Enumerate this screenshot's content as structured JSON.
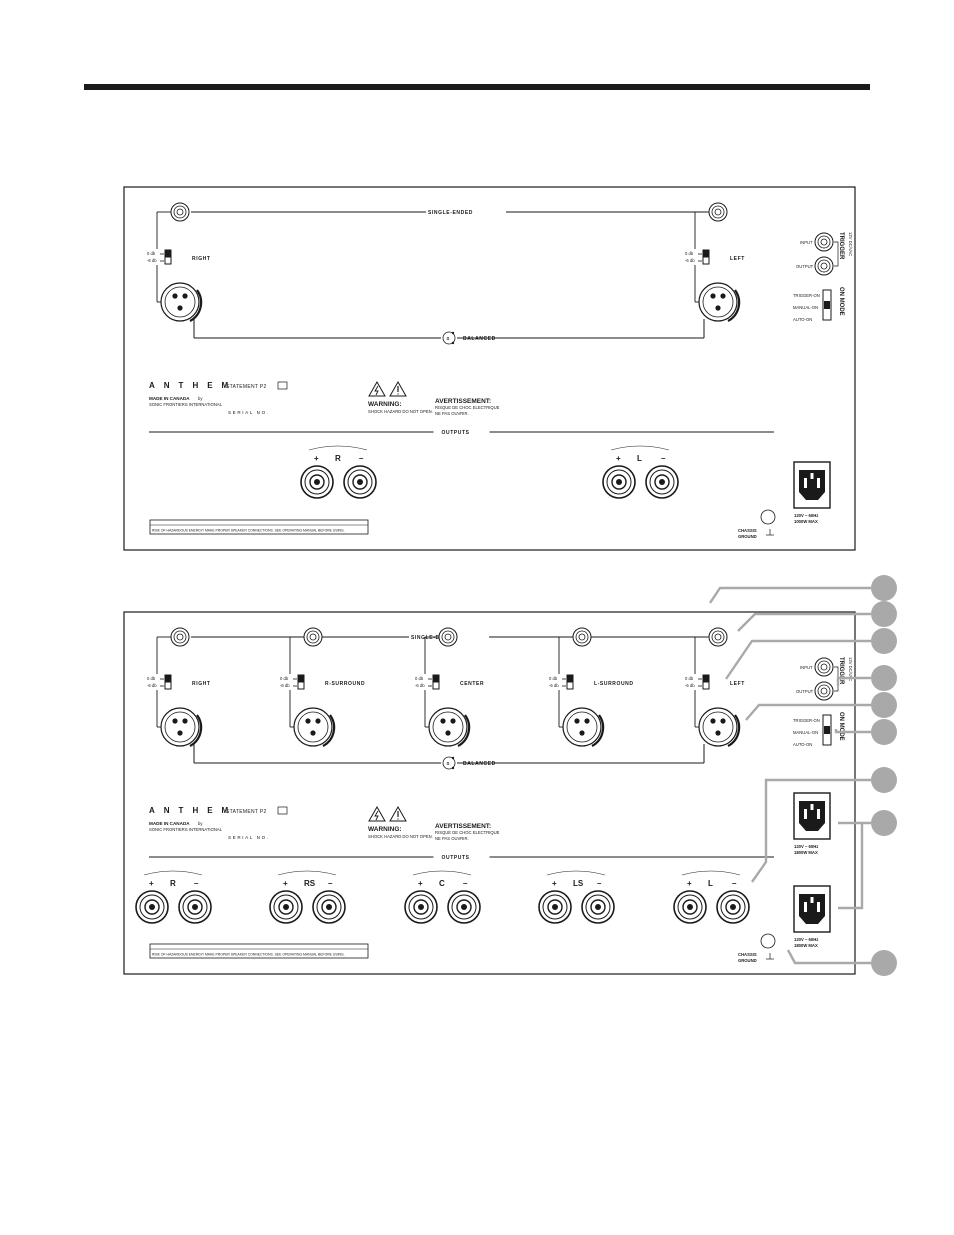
{
  "amp2": {
    "singleEnded": "SINGLE-ENDED",
    "balanced": "BALANCED",
    "channels": [
      "RIGHT",
      "LEFT"
    ],
    "outputs": "OUTPUTS",
    "outputGroups": [
      "R",
      "L"
    ]
  },
  "amp5": {
    "singleEnded": "SINGLE-ENDED",
    "balanced": "BALANCED",
    "channels": [
      "RIGHT",
      "R-SURROUND",
      "CENTER",
      "L-SURROUND",
      "LEFT"
    ],
    "outputs": "OUTPUTS",
    "outputGroups": [
      "R",
      "RS",
      "C",
      "LS",
      "L"
    ]
  },
  "common": {
    "gain": [
      "0 db",
      "-6 db"
    ],
    "brand": "ANTHEM",
    "statement": "STATEMENT P2",
    "madeIn": "MADE IN CANADA",
    "madeBy": "by",
    "company": "SONIC FRONTIERS INTERNATIONAL",
    "serial": "SERIAL NO.",
    "warningTitle": "WARNING:",
    "warningText": "SHOCK HAZARD DO NOT OPEN.",
    "avertTitle": "AVERTISSEMENT:",
    "avertText1": "RISQUE DE CHOC ELECTRIQUE",
    "avertText2": "NE PAS OUVRIR.",
    "plus": "+",
    "minus": "–",
    "speakerWarning": "RISK OF HAZARDOUS ENERGY! MAKE PROPER SPEAKER CONNECTIONS. SEE OPERATING MANUAL BEFORE USING.",
    "chassis": "CHASSIS",
    "ground": "GROUND",
    "trigger": "TRIGGER",
    "triggerSub": "12V DC/VAC",
    "input": "INPUT",
    "output": "OUTPUT",
    "onMode": "ON MODE",
    "modes": [
      "TRIGGER-ON",
      "MANUAL-ON",
      "AUTO-ON"
    ],
    "powerSpec1": "120V ~ 60Hz",
    "powerSpec2": "1000W   MAX",
    "powerSpec2b": "1800W   MAX"
  }
}
